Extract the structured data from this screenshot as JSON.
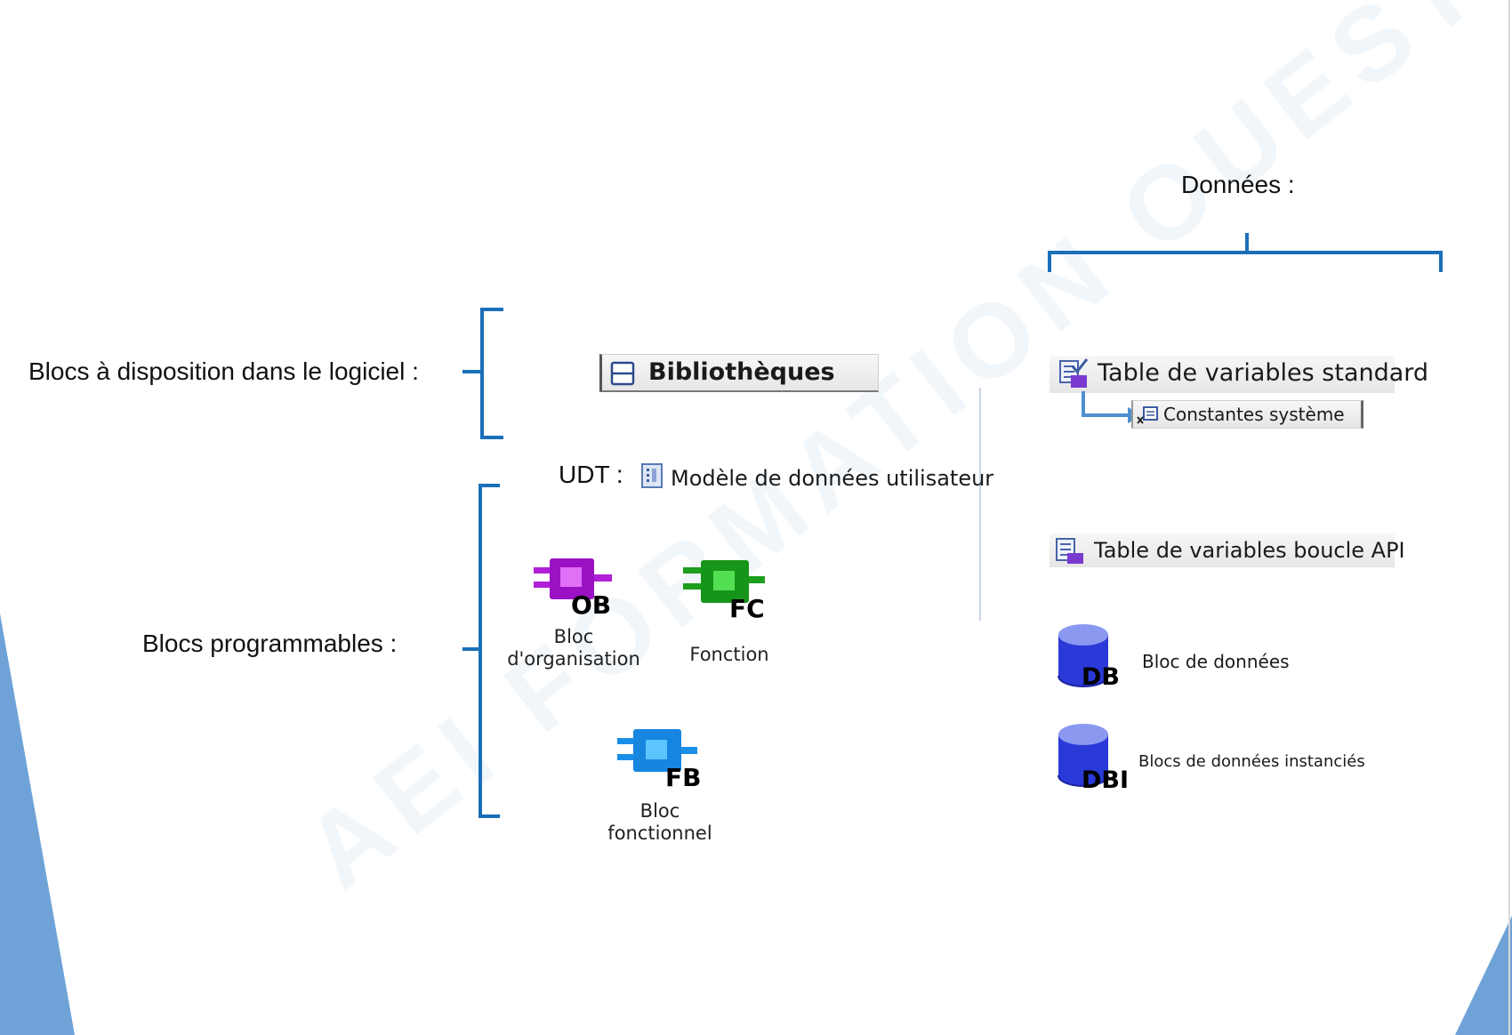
{
  "watermark": "AEI FORMATION OUEST",
  "headings": {
    "donnees": "Données :",
    "blocs_disposition": "Blocs à disposition dans le logiciel :",
    "blocs_programmables": "Blocs programmables :",
    "udt": "UDT :"
  },
  "library": {
    "label": "Bibliothèques",
    "icon": "library-icon"
  },
  "udt_item": {
    "label": "Modèle de données utilisateur",
    "icon": "udt-icon"
  },
  "blocks": {
    "ob": {
      "code": "OB",
      "label_line1": "Bloc",
      "label_line2": "d'organisation",
      "color": "#b020d8"
    },
    "fc": {
      "code": "FC",
      "label": "Fonction",
      "color": "#22b022"
    },
    "fb": {
      "code": "FB",
      "label_line1": "Bloc",
      "label_line2": "fonctionnel",
      "color": "#1a8fe8"
    }
  },
  "data_items": {
    "var_table_std": {
      "label": "Table de variables standard",
      "icon": "variable-table-icon"
    },
    "constants": {
      "label": "Constantes système",
      "icon": "constants-icon"
    },
    "var_table_loop": {
      "label": "Table de variables boucle API",
      "icon": "variable-table-icon"
    },
    "db": {
      "code": "DB",
      "label": "Bloc de données"
    },
    "dbi": {
      "code": "DBI",
      "label": "Blocs de données instanciés"
    }
  },
  "colors": {
    "brace": "#1a6fb8",
    "accent_triangle": "#6fa3d8"
  }
}
